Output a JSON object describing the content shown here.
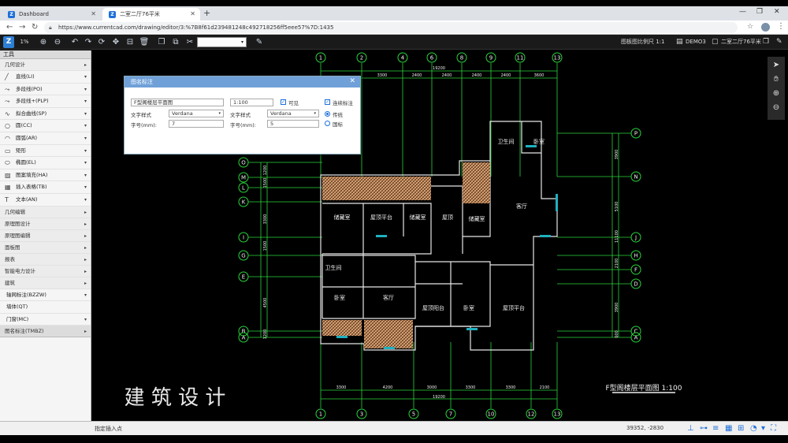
{
  "tabs": [
    {
      "label": "Dashboard",
      "active": false
    },
    {
      "label": "二室二厅76平米",
      "active": true
    }
  ],
  "address": {
    "url": "https://www.currentcad.com/drawing/editor/3:%7B8f61d239481248c492718256ff5eee57%7D:1435"
  },
  "toolbar": {
    "zoom": "1%",
    "layer_value": "",
    "scale_label": "图板图比例尺 1:1",
    "demo_label": "DEMO3",
    "file_label": "二室二厅76平米"
  },
  "sidebar": {
    "header": "工具",
    "items": [
      {
        "label": "几何设计",
        "kind": "cat",
        "icon": ""
      },
      {
        "label": "直线(LI)",
        "kind": "item",
        "icon": "line-icon"
      },
      {
        "label": "多段线(PO)",
        "kind": "item",
        "icon": "polyline-icon"
      },
      {
        "label": "多段线+(PLP)",
        "kind": "item",
        "icon": "polyline-plus-icon"
      },
      {
        "label": "拟合曲线(SP)",
        "kind": "item",
        "icon": "spline-icon"
      },
      {
        "label": "圆(CC)",
        "kind": "item",
        "icon": "circle-icon"
      },
      {
        "label": "圆弧(AR)",
        "kind": "item",
        "icon": "arc-icon"
      },
      {
        "label": "矩形",
        "kind": "item",
        "icon": "rectangle-icon"
      },
      {
        "label": "椭圆(EL)",
        "kind": "item",
        "icon": "ellipse-icon"
      },
      {
        "label": "图案填充(HA)",
        "kind": "item",
        "icon": "hatch-icon"
      },
      {
        "label": "插入表格(TB)",
        "kind": "item",
        "icon": "table-icon"
      },
      {
        "label": "文本(AN)",
        "kind": "item",
        "icon": "text-icon"
      },
      {
        "label": "几何编辑",
        "kind": "cat",
        "icon": ""
      },
      {
        "label": "原理图设计",
        "kind": "cat",
        "icon": ""
      },
      {
        "label": "原理图编辑",
        "kind": "cat",
        "icon": ""
      },
      {
        "label": "面板图",
        "kind": "cat",
        "icon": ""
      },
      {
        "label": "报表",
        "kind": "cat",
        "icon": ""
      },
      {
        "label": "智能电力设计",
        "kind": "cat",
        "icon": ""
      },
      {
        "label": "建筑",
        "kind": "cat",
        "icon": ""
      },
      {
        "label": "轴网标注(BZZW)",
        "kind": "item2",
        "icon": ""
      },
      {
        "label": "墙体(QT)",
        "kind": "item2",
        "icon": ""
      },
      {
        "label": "门窗(MC)",
        "kind": "item2",
        "icon": ""
      },
      {
        "label": "图名标注(TMBZ)",
        "kind": "cat2",
        "icon": ""
      }
    ]
  },
  "dialog": {
    "title": "图名标注",
    "name_value": "F型阁楼层平面图",
    "scale_value": "1:100",
    "visible_label": "可见",
    "continuous_label": "连续标注",
    "text_style_label": "文字样式",
    "font_left": "Verdana",
    "font_right": "Verdana",
    "size_label": "字号(mm):",
    "size_left": "7",
    "size_right": "5",
    "opt_traditional": "传统",
    "opt_national": "国标"
  },
  "cad": {
    "axis_top": [
      "1",
      "2",
      "4",
      "6",
      "8",
      "9",
      "11",
      "13"
    ],
    "axis_bottom": [
      "1",
      "3",
      "5",
      "7",
      "10",
      "12",
      "13"
    ],
    "axis_left": [
      "O",
      "M",
      "L",
      "K",
      "I",
      "G",
      "E",
      "B",
      "A"
    ],
    "axis_right": [
      "P",
      "N",
      "J",
      "H",
      "F",
      "D",
      "C",
      "A"
    ],
    "dim_top_total": "19200",
    "dim_top": [
      "3300",
      "2400",
      "2400",
      "2400",
      "2400",
      "3600"
    ],
    "dim_bottom": [
      "3300",
      "4200",
      "3000",
      "3300",
      "3300",
      "2100"
    ],
    "dim_bottom_total": "19200",
    "dim_left": [
      "1200",
      "1500",
      "3300",
      "1500",
      "4500",
      "1200"
    ],
    "dim_right": [
      "3900",
      "5100",
      "11100",
      "2100",
      "3900",
      "600"
    ],
    "rooms": [
      "卫生间",
      "卧室",
      "储藏室",
      "屋顶平台",
      "储藏室",
      "屋顶",
      "储藏室",
      "客厅",
      "卫生间",
      "卧室",
      "客厅",
      "屋顶阳台",
      "卧室",
      "屋顶平台"
    ],
    "drawing_title": "F型阁楼层平面图 1:100",
    "watermark": "建 筑 设 计"
  },
  "status": {
    "hint": "指定插入点",
    "coords": "39352, -2830"
  },
  "colors": {
    "axis": "#2ad43c",
    "wall": "#e0e0e0",
    "hatch": "#d9a070",
    "window": "#1fb0c0",
    "dialog_title": "#6fa0d8"
  }
}
